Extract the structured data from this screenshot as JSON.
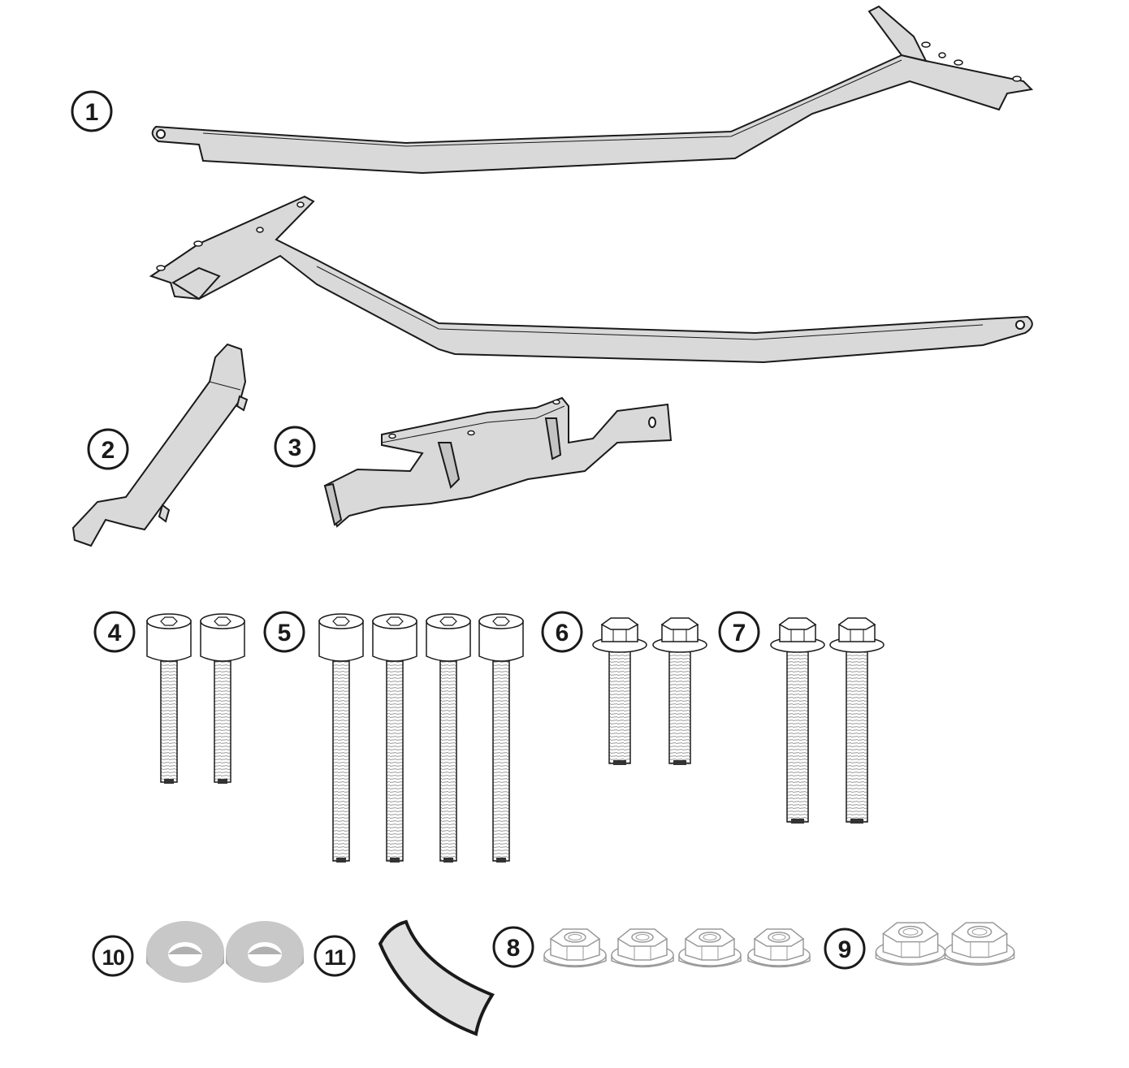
{
  "colors": {
    "part_fill": "#d9d9d9",
    "part_stroke": "#1a1a1a",
    "thread": "#9a9a9a",
    "washer": "#c8c8c8",
    "washer_dark": "#b0b0b0",
    "nut_stroke": "#9a9a9a",
    "callout_fill": "#ffffff"
  },
  "parts": [
    {
      "number": "1",
      "shape": "long-tube-bar"
    },
    {
      "number": "2",
      "shape": "small-bracket"
    },
    {
      "number": "3",
      "shape": "mounting-bracket"
    },
    {
      "number": "4",
      "shape": "socket-cap-screw-short",
      "qty": 2
    },
    {
      "number": "5",
      "shape": "socket-cap-screw-long",
      "qty": 4
    },
    {
      "number": "6",
      "shape": "flange-hex-bolt-short",
      "qty": 2
    },
    {
      "number": "7",
      "shape": "flange-hex-bolt-long",
      "qty": 2
    },
    {
      "number": "8",
      "shape": "flange-nut-small",
      "qty": 4
    },
    {
      "number": "9",
      "shape": "flange-nut-large",
      "qty": 2
    },
    {
      "number": "10",
      "shape": "rubber-washer",
      "qty": 2
    },
    {
      "number": "11",
      "shape": "adhesive-strip",
      "qty": 1
    }
  ]
}
